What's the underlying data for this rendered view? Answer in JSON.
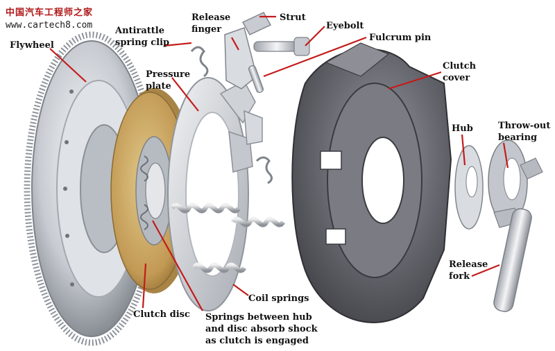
{
  "watermark": {
    "site_name": "中国汽车工程师之家",
    "url": "www.cartech8.com"
  },
  "labels": {
    "flywheel": "Flywheel",
    "antirattle_spring_clip": "Antirattle\nspring clip",
    "release_finger": "Release\nfinger",
    "strut": "Strut",
    "eyebolt": "Eyebolt",
    "fulcrum_pin": "Fulcrum pin",
    "pressure_plate": "Pressure\nplate",
    "clutch_cover": "Clutch\ncover",
    "hub": "Hub",
    "throw_out_bearing": "Throw-out\nbearing",
    "release_fork": "Release\nfork",
    "coil_springs": "Coil springs",
    "clutch_disc": "Clutch disc",
    "springs_between": "Springs between hub\nand disc absorb shock\nas clutch is engaged"
  },
  "colors": {
    "leader_line": "#c41a1a",
    "metal_light": "#e6e8ec",
    "metal_mid": "#aeb3ba",
    "metal_dark": "#6e7379",
    "friction": "#c9a866",
    "cover_dark": "#54545a"
  }
}
